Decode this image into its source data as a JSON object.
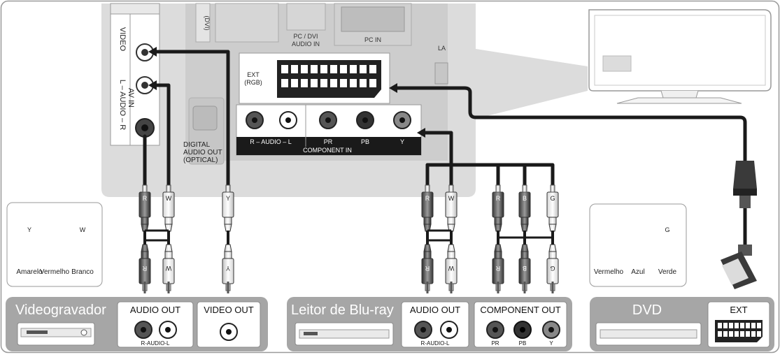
{
  "panel": {
    "av_in_label": "AV IN",
    "video_label": "VIDEO",
    "audio_label": "L – AUDIO – R",
    "dvi_label": "(DVI)",
    "pc_dvi_audio_in": [
      "PC / DVI",
      "AUDIO IN"
    ],
    "pc_in": "PC IN",
    "lan_label": "LA",
    "ext_rgb": [
      "EXT",
      "(RGB)"
    ],
    "digital_audio_out": [
      "DIGITAL",
      "AUDIO OUT",
      "(OPTICAL)"
    ],
    "component_audio": "R – AUDIO – L",
    "component_pr": "PR",
    "component_pb": "PB",
    "component_y": "Y",
    "component_in": "COMPONENT IN"
  },
  "plug_letters": {
    "red": "R",
    "white": "W",
    "yellow": "Y",
    "blue": "B",
    "green": "G"
  },
  "legend_left": {
    "names": [
      "Amarelo",
      "Vermelho",
      "Branco"
    ]
  },
  "legend_right": {
    "names": [
      "Vermelho",
      "Azul",
      "Verde"
    ]
  },
  "devices": {
    "vcr": {
      "title": "Videogravador",
      "audio_out": "AUDIO OUT",
      "video_out": "VIDEO OUT",
      "audio_sub": "R-AUDIO-L"
    },
    "bluray": {
      "title": "Leitor de Blu-ray",
      "audio_out": "AUDIO OUT",
      "component_out": "COMPONENT OUT",
      "audio_sub": "R-AUDIO-L",
      "pr": "PR",
      "pb": "PB",
      "y": "Y"
    },
    "dvd": {
      "title": "DVD",
      "ext": "EXT"
    }
  },
  "colors": {
    "panel_gray": "#dcdcdc",
    "device_gray": "#a6a6a6",
    "cable": "#1a1a1a"
  }
}
